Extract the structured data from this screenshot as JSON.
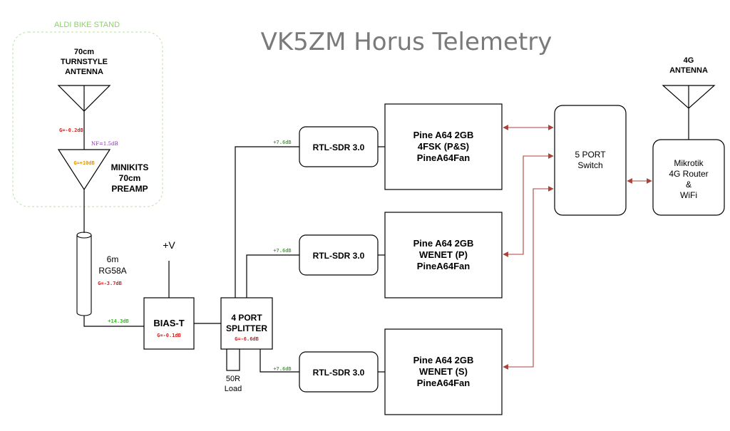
{
  "title": "VK5ZM Horus Telemetry",
  "bike_stand_label": "ALDI BIKE STAND",
  "antenna_70cm": [
    "70cm",
    "TURNSTYLE",
    "ANTENNA"
  ],
  "antenna_4g": [
    "4G",
    "ANTENNA"
  ],
  "preamp": {
    "label": [
      "MINIKITS",
      "70cm",
      "PREAMP"
    ],
    "gain": "G=+10dB",
    "nf": "NF=1.5dB",
    "input_gain": "G=-0.2dB"
  },
  "cable": {
    "label": [
      "6m",
      "RG58A"
    ],
    "gain": "G=-3.7dB",
    "output_level": "+14.3dB"
  },
  "bias_t": {
    "label": "BIAS-T",
    "gain": "G=-0.1dB",
    "supply": "+V"
  },
  "splitter": {
    "label": [
      "4 PORT",
      "SPLITTER"
    ],
    "gain": "G=-6.6dB"
  },
  "load": [
    "50R",
    "Load"
  ],
  "sdr_level": "+7.6dB",
  "sdrs": [
    {
      "label": "RTL-SDR 3.0"
    },
    {
      "label": "RTL-SDR 3.0"
    },
    {
      "label": "RTL-SDR 3.0"
    }
  ],
  "pines": [
    {
      "lines": [
        "Pine A64 2GB",
        "4FSK (P&S)",
        "PineA64Fan"
      ]
    },
    {
      "lines": [
        "Pine A64 2GB",
        "WENET (P)",
        "PineA64Fan"
      ]
    },
    {
      "lines": [
        "Pine A64 2GB",
        "WENET (S)",
        "PineA64Fan"
      ]
    }
  ],
  "switch": [
    "5 PORT",
    "Switch"
  ],
  "router": [
    "Mikrotik",
    "4G Router",
    "&",
    "WiFi"
  ],
  "colors": {
    "gain_red": "#d42222",
    "gain_green": "#3cb82c",
    "preamp_gain_orange": "#e69500",
    "nf_purple": "#8a2ab8",
    "ethernet_arrow": "#a8443c",
    "bike_stand_border": "#c8e6b4",
    "bike_stand_text": "#8cd26a",
    "title_gray": "#7a7a7a"
  }
}
